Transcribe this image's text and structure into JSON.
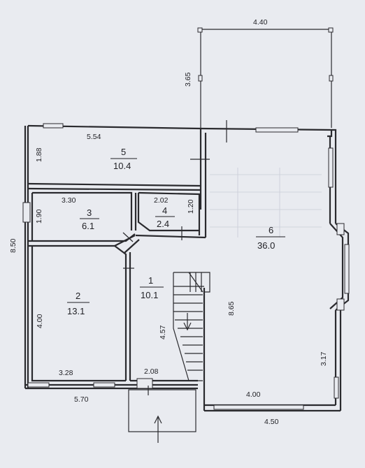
{
  "rooms": [
    {
      "id": "1",
      "number": "1",
      "area": "10.1"
    },
    {
      "id": "2",
      "number": "2",
      "area": "13.1"
    },
    {
      "id": "3",
      "number": "3",
      "area": "6.1"
    },
    {
      "id": "4",
      "number": "4",
      "area": "2.4"
    },
    {
      "id": "5",
      "number": "5",
      "area": "10.4"
    },
    {
      "id": "6",
      "number": "6",
      "area": "36.0"
    }
  ],
  "dimensions": {
    "terrace_width": "4.40",
    "terrace_depth": "3.65",
    "room5_width": "5.54",
    "room5_depth": "1.88",
    "room3_width": "3.30",
    "room3_depth": "1.90",
    "room4_width": "2.02",
    "room4_depth": "1.20",
    "total_left_height": "8.50",
    "room2_height": "4.00",
    "room2_width": "3.28",
    "hall_depth": "4.57",
    "hall_width": "2.08",
    "left_total_width": "5.70",
    "room6_height": "8.65",
    "room6_inner_width": "4.00",
    "room6_right_segment": "3.17",
    "room6_total_width": "4.50"
  },
  "colors": {
    "paper": "#e9ebf0",
    "ink": "#2a2a2e"
  }
}
